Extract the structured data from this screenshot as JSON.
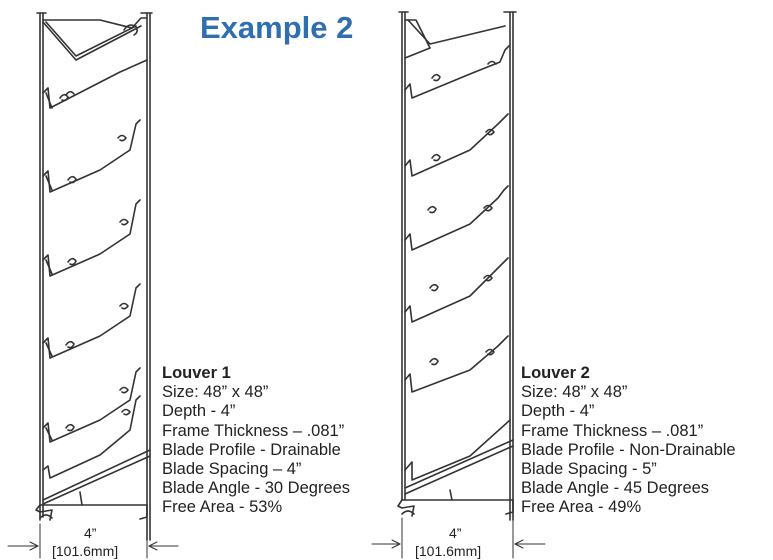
{
  "title": "Example 2",
  "louvers": [
    {
      "name": "Louver 1",
      "specs": [
        "Size: 48” x 48”",
        "Depth - 4”",
        "Frame Thickness – .081”",
        "Blade Profile - Drainable",
        "Blade Spacing – 4”",
        "Blade Angle - 30 Degrees",
        "Free Area - 53%"
      ],
      "depth_label": "4”",
      "depth_mm_label": "[101.6mm]"
    },
    {
      "name": "Louver 2",
      "specs": [
        "Size: 48” x 48”",
        "Depth - 4”",
        "Frame Thickness – .081”",
        "Blade Profile - Non-Drainable",
        "Blade Spacing - 5”",
        "Blade Angle - 45 Degrees",
        "Free Area - 49%"
      ],
      "depth_label": "4”",
      "depth_mm_label": "[101.6mm]"
    }
  ]
}
